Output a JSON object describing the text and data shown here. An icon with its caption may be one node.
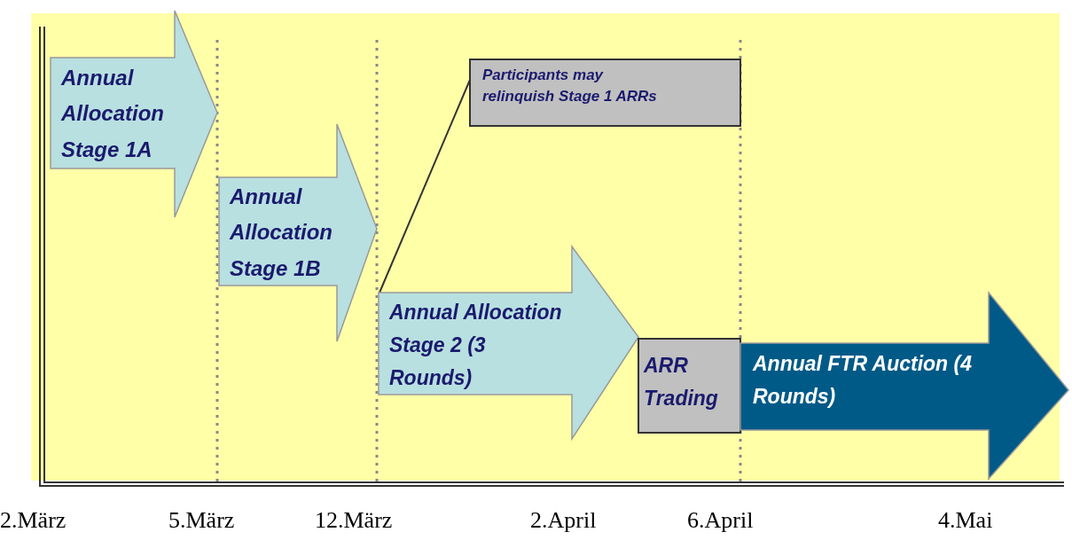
{
  "diagram": {
    "nodes": [
      {
        "text": [
          "Annual Allocation Stage 1A"
        ]
      },
      {
        "text": [
          "Annual Allocation Stage 1B"
        ]
      },
      {
        "text": [
          "Participants may relinquish Stage 1 ARRs"
        ]
      },
      {
        "text": [
          "Annual Allocation Stage 2 (3 Rounds)"
        ]
      },
      {
        "text": [
          "ARR Trading"
        ]
      },
      {
        "text": [
          "Annual FTR Auction (4 Rounds)"
        ]
      }
    ],
    "edges": [
      {
        "from": 2,
        "to": 3,
        "arrow": "none"
      }
    ],
    "labels": [
      "2.März",
      "5.März",
      "12.März",
      "2.April",
      "6.April",
      "4.Mai"
    ]
  }
}
